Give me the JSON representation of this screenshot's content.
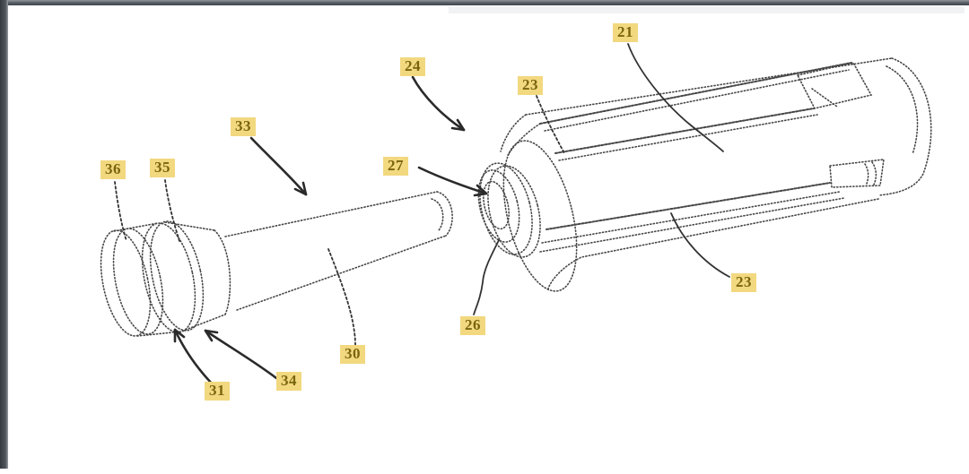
{
  "figure": {
    "kind": "patent-style exploded line drawing of a cylindrical housing with longitudinal slots and a plunger rod with end cap",
    "labels": [
      {
        "ref": "36"
      },
      {
        "ref": "35"
      },
      {
        "ref": "33"
      },
      {
        "ref": "30"
      },
      {
        "ref": "31"
      },
      {
        "ref": "34"
      },
      {
        "ref": "27"
      },
      {
        "ref": "26"
      },
      {
        "ref": "24"
      },
      {
        "ref": "23"
      },
      {
        "ref": "21"
      },
      {
        "ref": "23"
      }
    ]
  },
  "colors": {
    "canvas_bg": "#ffffff",
    "line": "#474747",
    "arrow": "#2a2a2a",
    "label_bg": "#f2d87f",
    "label_text": "#7a650f",
    "frame_dark": "#4b5157",
    "frame_light": "#9aa0a5"
  }
}
